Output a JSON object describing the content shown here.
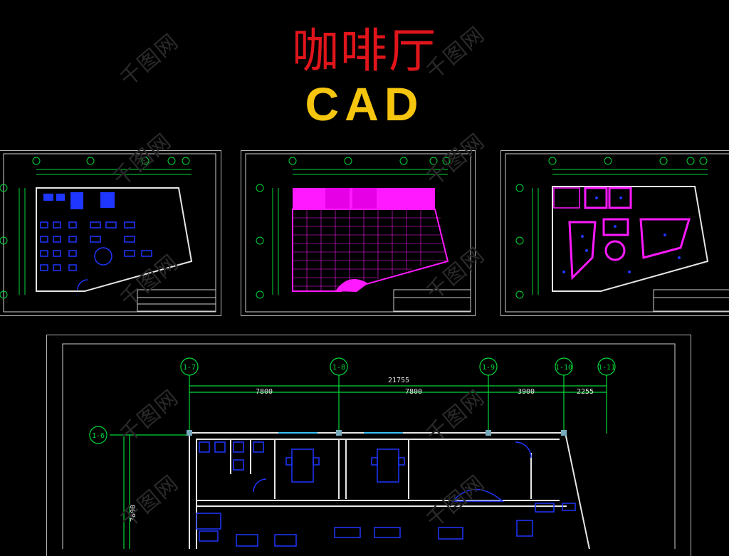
{
  "title": {
    "chinese": "咖啡厅",
    "latin": "CAD"
  },
  "watermark": "千图网",
  "colors": {
    "title_red": "#e0151b",
    "title_yellow": "#f6c60f",
    "grid_green": "#00ff3c",
    "wall_white": "#e6e6e6",
    "furniture_blue": "#1f36ff",
    "ceiling_magenta": "#ff19ff"
  },
  "large_plan": {
    "axes": [
      "1-7",
      "1-8",
      "1-9",
      "1-10",
      "1-11"
    ],
    "row_axis": "1-6",
    "overall_dimension": "21755",
    "segment_dimensions": [
      "7800",
      "7800",
      "3900",
      "2255"
    ],
    "vertical_dimension": "7800"
  },
  "thumbnails": [
    {
      "name": "furniture-layout-plan"
    },
    {
      "name": "floor-pattern-plan"
    },
    {
      "name": "ceiling-plan"
    }
  ]
}
